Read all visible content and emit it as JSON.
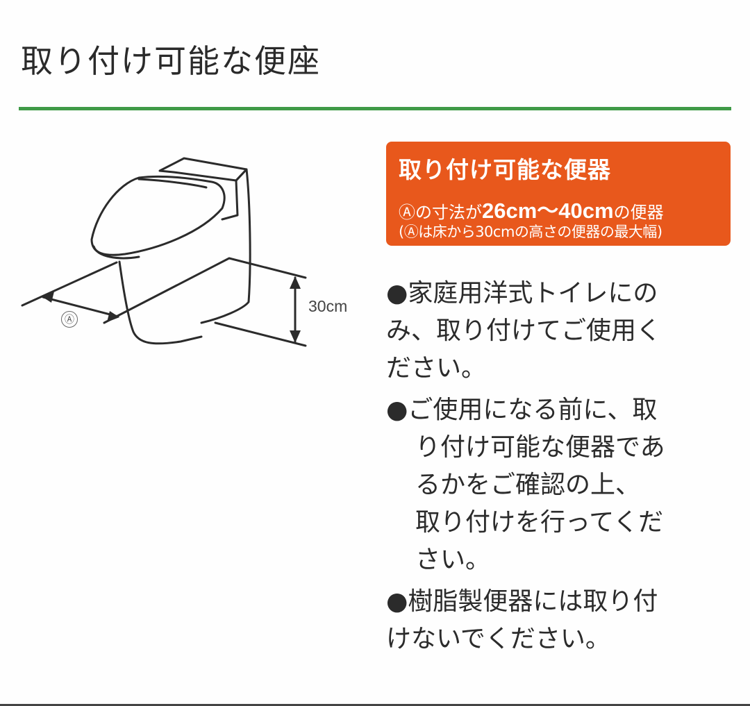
{
  "page": {
    "title": "取り付け可能な便座",
    "accent_color": "#3f9a47"
  },
  "diagram": {
    "subject": "toilet-outline-illustration",
    "height_label": "30cm",
    "width_label": "Ⓐ"
  },
  "spec_box": {
    "background_color": "#e8581c",
    "title": "取り付け可能な便器",
    "line1_prefix": "Ⓐの寸法が",
    "line1_range": "26cm〜40cm",
    "line1_suffix": "の便器",
    "line2": "(Ⓐは床から30cmの高さの便器の最大幅)"
  },
  "notes": [
    {
      "bullet": "●",
      "lines": [
        "家庭用洋式トイレにの",
        "み、取り付けてご使用く",
        "ださい。"
      ]
    },
    {
      "bullet": "●",
      "lines": [
        "ご使用になる前に、取",
        "り付け可能な便器であ",
        "るかをご確認の上、",
        "取り付けを行ってくだ",
        "さい。"
      ]
    },
    {
      "bullet": "●",
      "lines": [
        "樹脂製便器には取り付",
        "けないでください。"
      ]
    }
  ]
}
